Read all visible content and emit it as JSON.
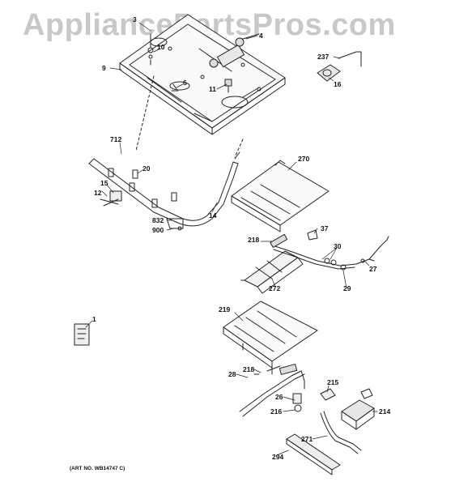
{
  "watermark": "AppliancePartsPros.com",
  "art_number": "(ART NO. WB14747 C)",
  "callouts": {
    "c3": "3",
    "c4": "4",
    "c9": "9",
    "c10": "10",
    "c6": "6",
    "c11": "11",
    "c237": "237",
    "c16": "16",
    "c712": "712",
    "c20": "20",
    "c15": "15",
    "c12": "12",
    "c832": "832",
    "c900": "900",
    "c14": "14",
    "c270": "270",
    "c218a": "218",
    "c37": "37",
    "c30": "30",
    "c27": "27",
    "c29": "29",
    "c272": "272",
    "c1": "1",
    "c219": "219",
    "c218b": "218",
    "c28": "28",
    "c215": "215",
    "c26": "26",
    "c216": "216",
    "c214": "214",
    "c271": "271",
    "c294": "294"
  }
}
